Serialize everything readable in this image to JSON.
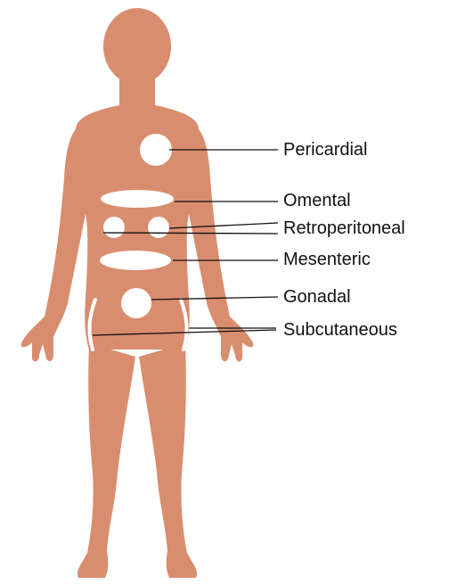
{
  "colors": {
    "body": "#d98d6f",
    "fat_depot": "#ffffff",
    "leader_line": "#111111",
    "label_text": "#111111"
  },
  "labels": {
    "pericardial": "Pericardial",
    "omental": "Omental",
    "retroperitoneal": "Retroperitoneal",
    "mesenteric": "Mesenteric",
    "gonadal": "Gonadal",
    "subcutaneous": "Subcutaneous"
  }
}
